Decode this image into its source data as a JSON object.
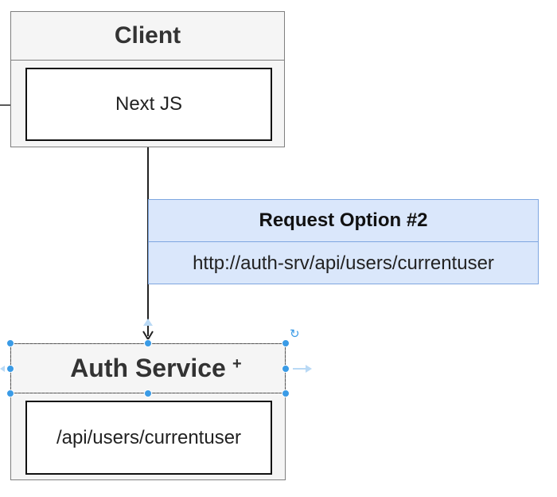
{
  "client": {
    "title": "Client",
    "inner": "Next JS"
  },
  "request": {
    "title": "Request Option #2",
    "url": "http://auth-srv/api/users/currentuser"
  },
  "auth": {
    "title": "Auth Service",
    "inner": "/api/users/currentuser"
  },
  "colors": {
    "box_fill": "#f5f5f5",
    "box_border": "#7f7f7f",
    "request_fill": "#dae7fb",
    "request_border": "#7ea6e0",
    "selection": "#3a9be6"
  },
  "icons": [
    "plus-icon",
    "rotate-icon",
    "arrow-right-hint-icon",
    "arrow-up-hint-icon"
  ]
}
